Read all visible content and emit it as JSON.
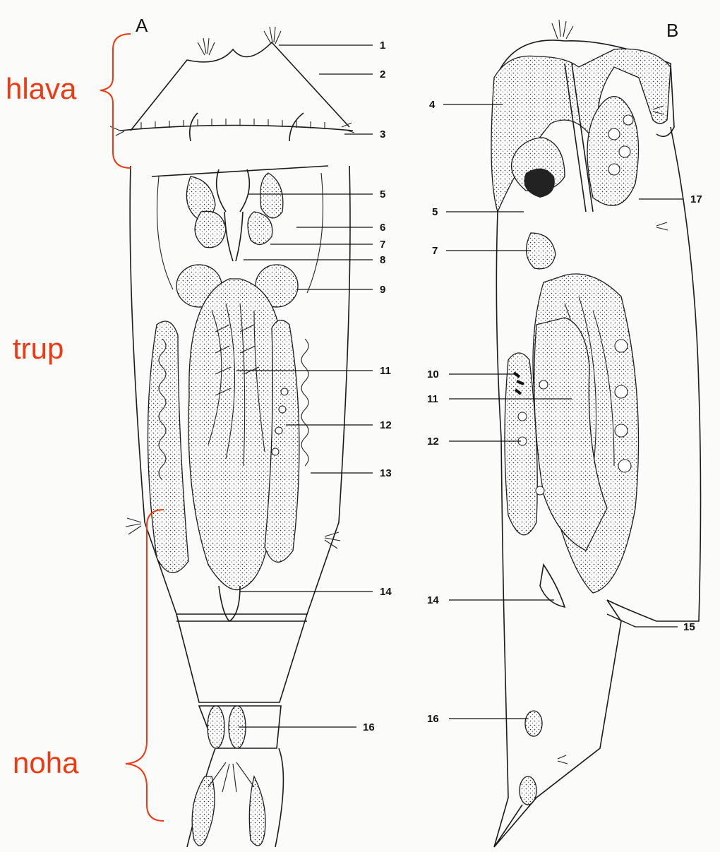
{
  "panels": {
    "a": "A",
    "b": "B"
  },
  "regions": {
    "head": "hlava",
    "trunk": "trup",
    "foot": "noha"
  },
  "labels_a": [
    "1",
    "2",
    "3",
    "5",
    "6",
    "7",
    "8",
    "9",
    "11",
    "12",
    "13",
    "14",
    "16"
  ],
  "labels_b_left": [
    "4",
    "5",
    "7",
    "10",
    "11",
    "12",
    "14",
    "16"
  ],
  "labels_b_right": [
    "17",
    "15"
  ],
  "colors": {
    "ink": "#1a1a1a",
    "annotation": "#ee3a12",
    "paper": "#fbfbfa"
  }
}
